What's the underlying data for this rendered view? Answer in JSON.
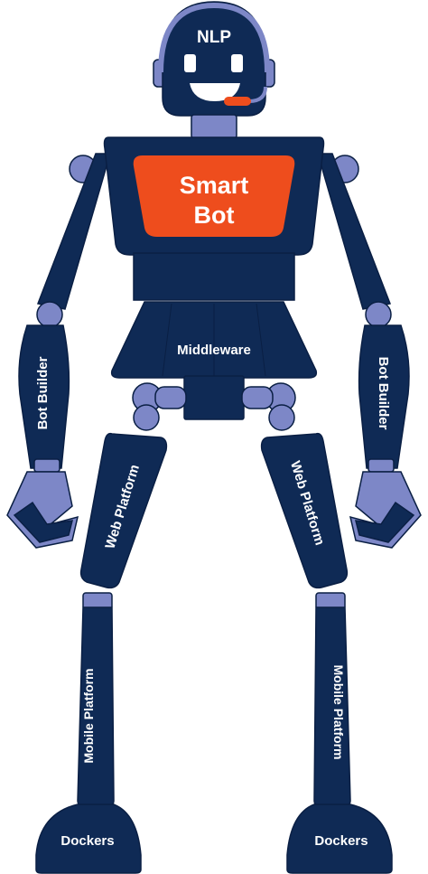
{
  "labels": {
    "head": "NLP",
    "chest_line1": "Smart",
    "chest_line2": "Bot",
    "waist": "Middleware",
    "left_arm": "Bot Builder",
    "right_arm": "Bot Builder",
    "left_thigh": "Web Platform",
    "right_thigh": "Web Platform",
    "left_shin": "Mobile Platform",
    "right_shin": "Mobile Platform",
    "left_foot": "Dockers",
    "right_foot": "Dockers"
  },
  "colors": {
    "navy": "#0f2a55",
    "joint": "#7d87c7",
    "accent": "#ee4d1d",
    "outline": "#0a1f44"
  }
}
